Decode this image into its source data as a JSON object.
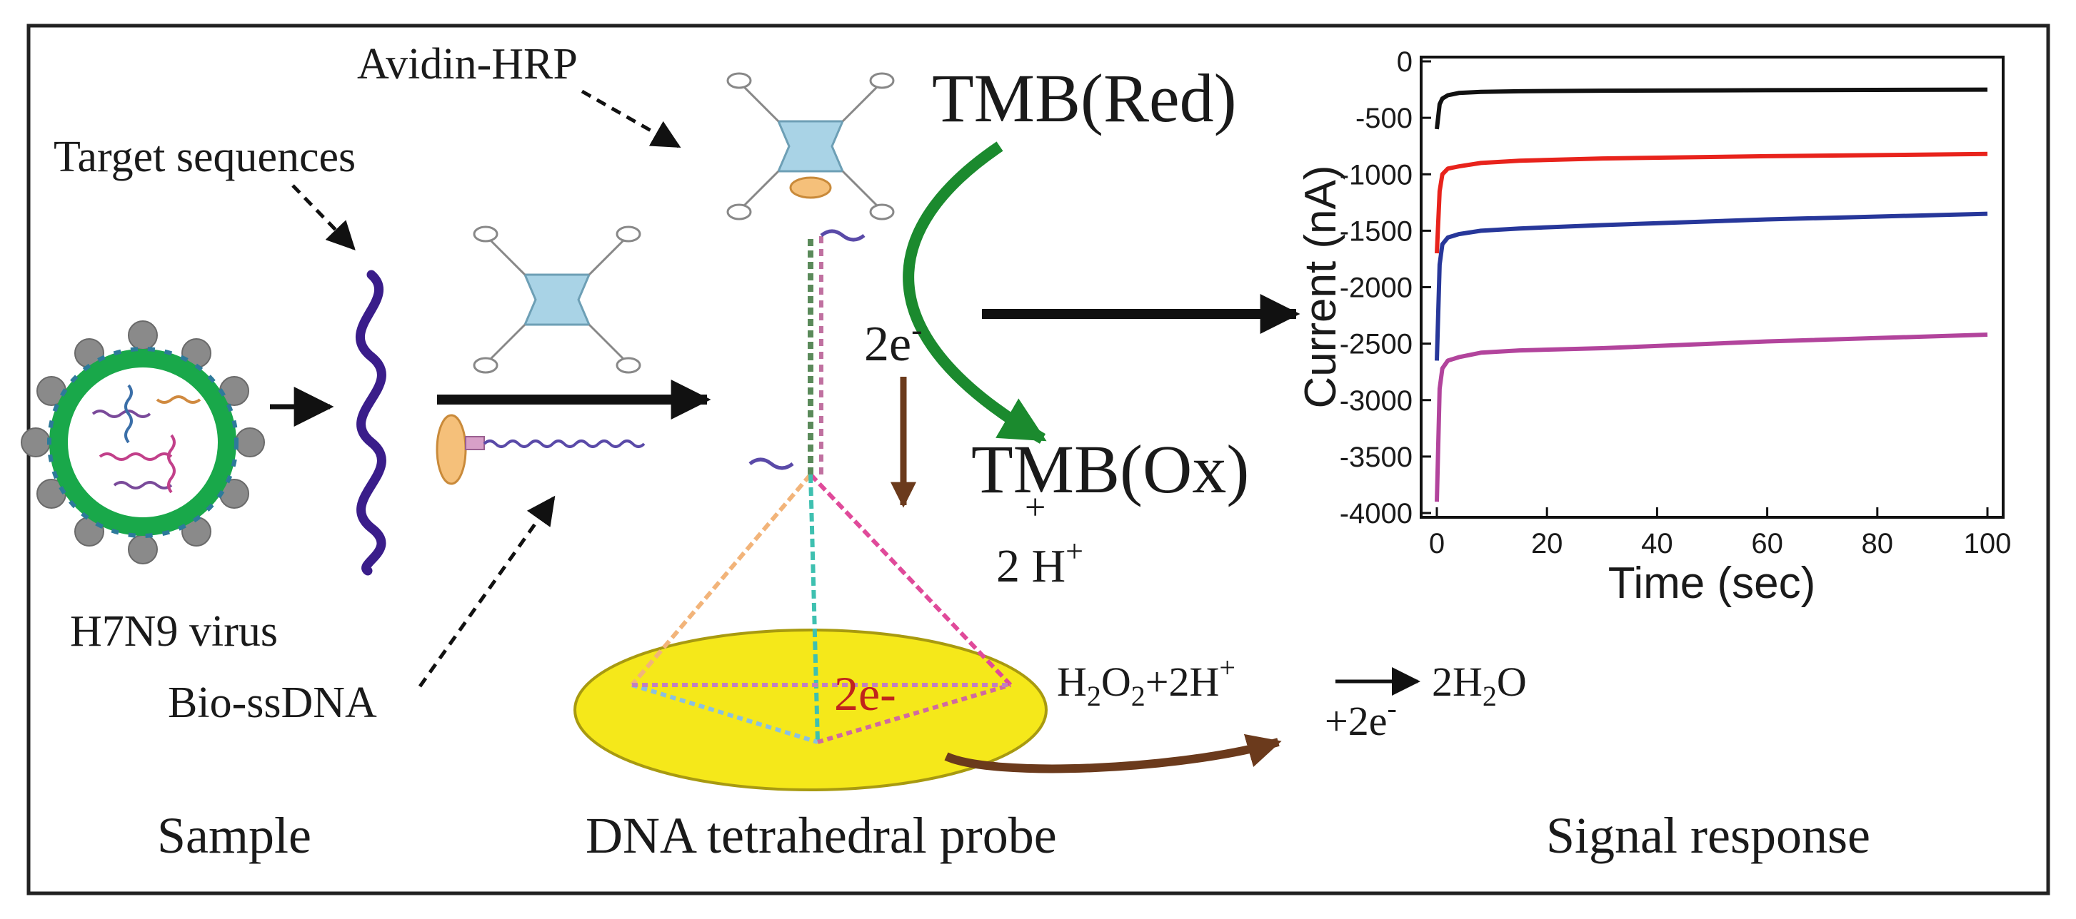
{
  "labels": {
    "avidin_hrp": "Avidin-HRP",
    "target_sequences": "Target sequences",
    "h7n9_virus": "H7N9 virus",
    "bio_ssdna": "Bio-ssDNA",
    "sample": "Sample",
    "dna_probe": "DNA tetrahedral probe",
    "signal_response": "Signal response"
  },
  "reaction": {
    "tmb_red": "TMB(Red)",
    "tmb_ox": "TMB(Ox)",
    "electrons_top": "2e",
    "electrons_sup": "-",
    "plus": "+",
    "protons_base": "2 H",
    "protons_sup": "+",
    "surface_electrons": "2e-",
    "eq_h": "H",
    "eq_o": "O",
    "eq_two": "2",
    "eq_plus2h": "+2H",
    "eq_plus_sup": "+",
    "eq_catalyst": "+2e",
    "eq_catalyst_sup": "-",
    "eq_product_2h": "2H",
    "eq_product_o": "O"
  },
  "colors": {
    "electrode": "#f5e81a",
    "hrp": "#a9d3e6",
    "green_arrow": "#1b8a2e",
    "brown_arrow": "#6b3a1c",
    "virus_ring": "#19a84a",
    "virus_spikes": "#8a8a8a",
    "target_strand": "#3a1d8a",
    "text": "#1a1a1a"
  },
  "chart_data": {
    "type": "line",
    "xlabel": "Time (sec)",
    "ylabel": "Current (nA)",
    "xlim": [
      0,
      100
    ],
    "ylim": [
      -4000,
      0
    ],
    "xticks": [
      0,
      20,
      40,
      60,
      80,
      100
    ],
    "yticks": [
      0,
      -500,
      -1000,
      -1500,
      -2000,
      -2500,
      -3000,
      -3500,
      -4000
    ],
    "legend": "none",
    "series": [
      {
        "color": "#111111",
        "x": [
          0,
          0.5,
          1,
          2,
          4,
          8,
          15,
          30,
          60,
          100
        ],
        "y": [
          -600,
          -380,
          -330,
          -300,
          -280,
          -270,
          -265,
          -260,
          -255,
          -250
        ]
      },
      {
        "color": "#e8231c",
        "x": [
          0,
          0.5,
          1,
          2,
          4,
          8,
          15,
          30,
          60,
          100
        ],
        "y": [
          -1700,
          -1150,
          -1000,
          -950,
          -930,
          -900,
          -880,
          -860,
          -840,
          -820
        ]
      },
      {
        "color": "#27379a",
        "x": [
          0,
          0.5,
          1,
          2,
          4,
          8,
          15,
          30,
          60,
          100
        ],
        "y": [
          -2650,
          -1800,
          -1620,
          -1560,
          -1530,
          -1500,
          -1480,
          -1450,
          -1400,
          -1350
        ]
      },
      {
        "color": "#b2449c",
        "x": [
          0,
          0.5,
          1,
          2,
          4,
          8,
          15,
          30,
          60,
          100
        ],
        "y": [
          -3900,
          -2900,
          -2720,
          -2650,
          -2620,
          -2580,
          -2560,
          -2540,
          -2480,
          -2420
        ]
      }
    ]
  }
}
